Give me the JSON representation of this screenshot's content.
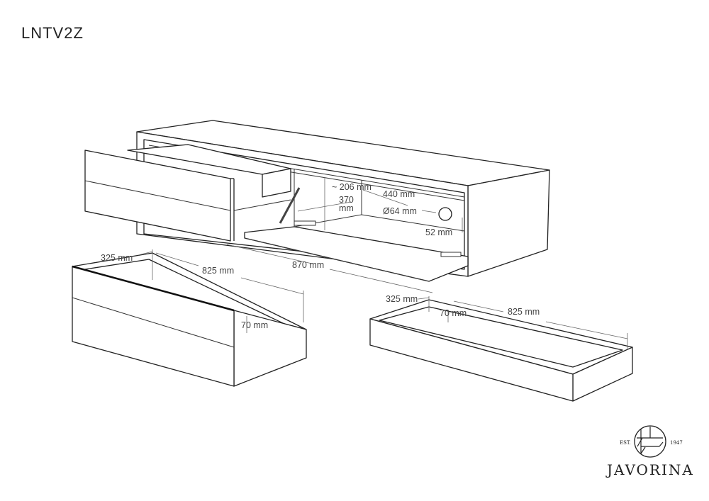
{
  "title": "LNTV2Z",
  "cabinet_labels": {
    "flap_height": "~ 206 mm",
    "inner_depth_line1": "370",
    "inner_depth_line2": "mm",
    "compartment_width": "440 mm",
    "cable_hole": "Ø64 mm",
    "hole_offset": "52 mm",
    "total_width": "870 mm"
  },
  "drawer_left": {
    "depth": "325 mm",
    "width": "825 mm",
    "height": "70 mm"
  },
  "drawer_right": {
    "depth": "325 mm",
    "width": "825 mm",
    "height": "70 mm"
  },
  "logo": {
    "name": "JAVORINA",
    "est": "EST.",
    "year": "1947"
  }
}
